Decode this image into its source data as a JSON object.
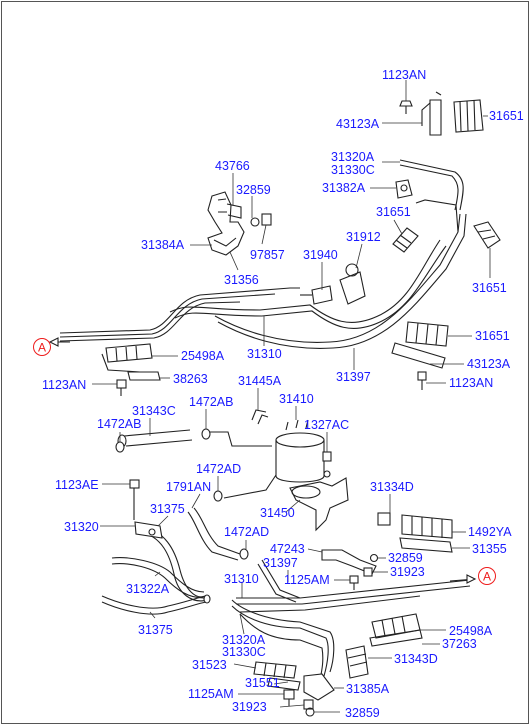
{
  "colors": {
    "label": "#1a1aff",
    "reference": "#ee1c1c",
    "line": "#222222"
  },
  "ref_marker": "A",
  "labels": {
    "l_1123AN_top": "1123AN",
    "l_43123A_top": "43123A",
    "l_31651_top": "31651",
    "l_43766": "43766",
    "l_32859_top": "32859",
    "l_97857": "97857",
    "l_31384A": "31384A",
    "l_31356": "31356",
    "l_31320A_top": "31320A",
    "l_31330C_top": "31330C",
    "l_31382A": "31382A",
    "l_31651_mid": "31651",
    "l_31912": "31912",
    "l_31940": "31940",
    "l_31651_right": "31651",
    "l_31310_top": "31310",
    "l_31397_mid": "31397",
    "l_25498A_left": "25498A",
    "l_38263": "38263",
    "l_1123AN_left": "1123AN",
    "l_31651_lower": "31651",
    "l_43123A_lower": "43123A",
    "l_1123AN_right": "1123AN",
    "l_31445A": "31445A",
    "l_31410": "31410",
    "l_1327AC": "1327AC",
    "l_31343C": "31343C",
    "l_1472AB_left": "1472AB",
    "l_1472AB_right": "1472AB",
    "l_1472AD_top": "1472AD",
    "l_1123AE": "1123AE",
    "l_1791AN": "1791AN",
    "l_31375_top": "31375",
    "l_31320_left": "31320",
    "l_31450": "31450",
    "l_31334D": "31334D",
    "l_1492YA": "1492YA",
    "l_31355": "31355",
    "l_1472AD_mid": "1472AD",
    "l_47243": "47243",
    "l_31397_low": "31397",
    "l_32859_mid": "32859",
    "l_1125AM_mid": "1125AM",
    "l_31923_mid": "31923",
    "l_31310_low": "31310",
    "l_31322A": "31322A",
    "l_31375_low": "31375",
    "l_25498A_right": "25498A",
    "l_37263": "37263",
    "l_31320A_low": "31320A",
    "l_31330C_low": "31330C",
    "l_31343D": "31343D",
    "l_31523": "31523",
    "l_31551": "31551",
    "l_31385A": "31385A",
    "l_1125AM_low": "1125AM",
    "l_31923_low": "31923",
    "l_32859_low": "32859"
  }
}
